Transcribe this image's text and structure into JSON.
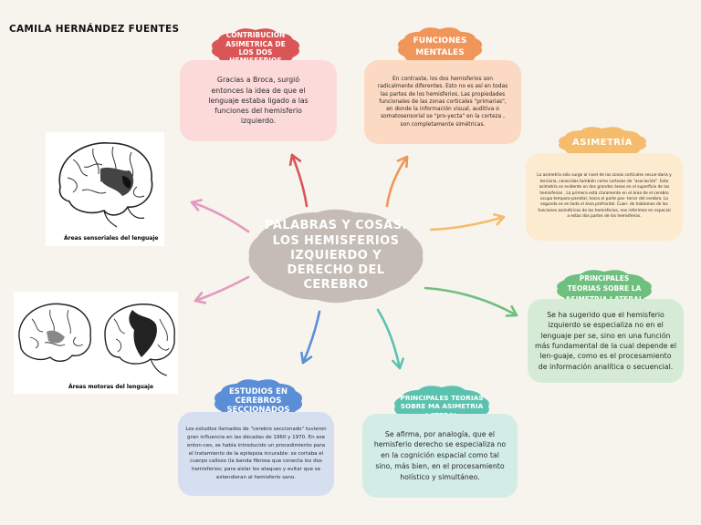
{
  "author": "CAMILA HERNÁNDEZ FUENTES",
  "center": {
    "title": "PALABRAS Y COSAS. LOS HEMISFERIOS IZQUIERDO Y DERECHO DEL CEREBRO",
    "color": "#c5bdb5"
  },
  "nodes": {
    "contribucion": {
      "title": "CONTRIBUCION ASIMETRICA DE LOS DOS HEMISFERIOS",
      "text": "Gracias a Broca, surgió entonces la idea de que el lenguaje estaba ligado a las funciones del hemisferio izquierdo.",
      "title_color": "#d95556",
      "box_color": "#fcdada"
    },
    "funciones": {
      "title": "FUNCIONES MENTALES",
      "text": "En contraste, los dos hemisferios son radicalmente diferentes. Esto no es así en todas las partes de los hemisferios. Las propiedades funcionales de las zonas corticales \"primarias\", en donde la información visual, auditiva o somatosensorial se \"pro-yecta\" en la corteza , son completamente simétricas.",
      "title_color": "#f0965b",
      "box_color": "#fcd9c2"
    },
    "asimetria": {
      "title": "ASIMETRÍA",
      "text": "La asimetría sólo surge al nivel de las zonas corticales secun-daria y terciaria, conocidas también como cortezas de \"asociación\". Esta asimetría es evidente en dos grandes áreas en el superficie de los hemisferios . La primera está claramente en el área de el cerebro ocupa temporo-parietal, hacia el parte pos- terior del cerebro. La segunda es en toda el área prefrontal. Cuan- do hablamos de las funciones asimétricas de los hemisferios, nos referimos en especial a estas dos partes de los hemisferios.",
      "title_color": "#f4bc6c",
      "box_color": "#fcebcf"
    },
    "principales_derecha": {
      "title": "PRINCIPALES TEORIAS SOBRE LA ASIMETRIA LATERAL",
      "text": "Se ha sugerido que el hemisferio izquierdo se especializa no en el lenguaje per se, sino en una función más fundamental de la cual depende el len-guaje, como es el procesamiento de información analítica o secuencial.",
      "title_color": "#6fbf7f",
      "box_color": "#d6ebd6"
    },
    "principales_abajo": {
      "title": "PRINCIPALES TEORIAS SOBRE MA ASIMETRIA LATERAL",
      "text": "Se afirma, por analogía, que el hemisferio derecho se especializa no en la cognición espacial como tal sino, más bien, en el procesamiento holístico y simultáneo.",
      "title_color": "#5cc2b0",
      "box_color": "#d3ece6"
    },
    "estudios": {
      "title": "ESTUDIOS EN CEREBROS SECCIONADOS",
      "text": "Los estudios llamados de \"cerebro seccionado\" tuvieron gran influencia en las décadas de 1960 y 1970. En ese enton-ces, se había introducido un procedimiento para el tratamiento de la epilepsia incurable: se cortaba el cuerpo calloso (la banda fibrosa que conecta los dos hemisferios; para aislar los ataques y evitar que se extendieran al hemisferio sano.",
      "title_color": "#5a8ed6",
      "box_color": "#d5dff0"
    }
  },
  "images": {
    "sensoriales": {
      "caption": "Áreas sensoriales del lenguaje"
    },
    "motoras": {
      "caption": "Áreas motoras del lenguaje"
    }
  },
  "arrow_colors": {
    "contribucion": "#d95556",
    "funciones": "#f0965b",
    "asimetria": "#f4bc6c",
    "principales_derecha": "#6fbf7f",
    "principales_abajo": "#5cc2b0",
    "estudios": "#5a8ed6",
    "sensoriales": "#e29ac0",
    "motoras": "#e29ac0"
  }
}
